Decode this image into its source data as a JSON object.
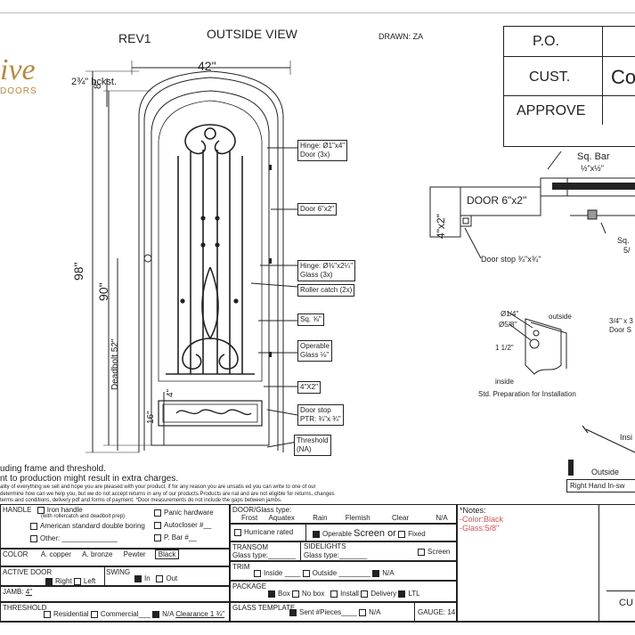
{
  "header": {
    "rev": "REV1",
    "view": "OUTSIDE VIEW",
    "drawn": "DRAWN: ZA"
  },
  "logo": {
    "script": "ive",
    "sub": "DOORS"
  },
  "approval": {
    "po": "P.O.",
    "cust": "CUST.",
    "cust_value": "Co",
    "approve": "APPROVE"
  },
  "dims": {
    "width": "42\"",
    "bckst": "bckst.",
    "top": "8\"",
    "height_total": "98\"",
    "height_door": "90\"",
    "deadbolt": "Deadbolt 52\"",
    "bottom": "16\"",
    "small": "4\""
  },
  "callouts": {
    "hinge1": "Hinge: Ø1\"x4\"",
    "hinge1b": "Door (3x)",
    "door": "Door 6\"x2\"",
    "hinge2": "Hinge: Ø⅜\"x2¼\"",
    "hinge2b": "Glass (3x)",
    "roller": "Roller catch  (2x)",
    "sq": "Sq. ⅝\"",
    "operable": "Operable",
    "glass": "Glass ⅛\"",
    "frame": "4\"X2\"",
    "doorstop": "Door stop",
    "ptr": "PTR: ¾\"x ¾\"",
    "threshold": "Threshold",
    "na": "(NA)"
  },
  "section": {
    "sqbar": "Sq. Bar",
    "sqbar_dim": "½\"x½\"",
    "door": "DOOR 6\"x2\"",
    "frame": "4\"x2\"",
    "doorstop": "Door stop ¾\"x¾\"",
    "sq": "Sq.",
    "sq_dim": "5/"
  },
  "prep": {
    "d1": "Ø1/4\"",
    "d2": "Ø5/8\"",
    "outside": "outside",
    "d3": "1 1/2\"",
    "inside": "inside",
    "caption": "Std. Preparation for Installation",
    "right1": "3/4\" x 3",
    "right2": "Door S"
  },
  "swing": {
    "inside": "Insi",
    "outside": "Outside",
    "caption": "Right Hand In-sw"
  },
  "notes_text": {
    "l1": "uding frame and threshold.",
    "l2": "nt to production might result in extra charges.",
    "l3": "ality of everything we sell and hope you are pleased with your product, if for any reason you are unsatis    ed you can write to one of our",
    "l4": " determine how can we help you, but we do not accept returns in any of our products.Products are    nal and are not eligible for returns, changes",
    "l5": "terms and conditions, delivery pdf and forms of payment. *Door measurements do not include the gaps between jambs."
  },
  "form": {
    "handle": "HANDLE",
    "iron_handle": "Iron handle",
    "iron_sub": "(with rollercatch and deadbolt prep)",
    "american": "American standard double boring",
    "other": "Other:",
    "panic": "Panic hardware",
    "autocloser": "Autocloser #",
    "pbar": "P. Bar #",
    "color": "COLOR",
    "copper": "A. copper",
    "bronze": "A. bronze",
    "pewter": "Pewter",
    "black": "Black",
    "active": "ACTIVE DOOR",
    "right": "Right",
    "left": "Left",
    "swing": "SWING",
    "in": "In",
    "out": "Out",
    "jamb": "JAMB:",
    "jamb_val": "4\"",
    "threshold": "THRESHOLD",
    "residential": "Residential",
    "commercial": "Commercial",
    "na": "N/A",
    "clearance": "Clearance 1 ¾\"",
    "glasstype": "DOOR/Glass type:",
    "frost": "Frost",
    "aquatex": "Aquatex",
    "rain": "Rain",
    "flemish": "Flemish",
    "clear": "Clear",
    "glass_na": "N/A",
    "hurricane": "Hurricane rated",
    "operable": "Operable",
    "screen_or": "Screen or",
    "fixed": "Fixed",
    "transom": "TRANSOM",
    "transom_glass": "Glass type:",
    "sidelights": "SIDELIGHTS",
    "side_glass": "Glass type:",
    "screen": "Screen",
    "trim": "TRIM",
    "inside": "Inside",
    "outside": "Outside",
    "trim_na": "N/A",
    "package": "PACKAGE",
    "box": "Box",
    "nobox": "No box",
    "install": "Install",
    "delivery": "Delivery",
    "ltl": "LTL",
    "template": "GLASS TEMPLATE",
    "sent": "Sent #Pieces",
    "tmpl_na": "N/A",
    "gauge": "GAUGE: 14",
    "notes": "*Notes:",
    "note1": "-Color:Black",
    "note2": "-Glass:5/8\"",
    "cu": "CU"
  },
  "colors": {
    "accent_red": "#d9534f",
    "logo_gold": "#b8893a"
  }
}
